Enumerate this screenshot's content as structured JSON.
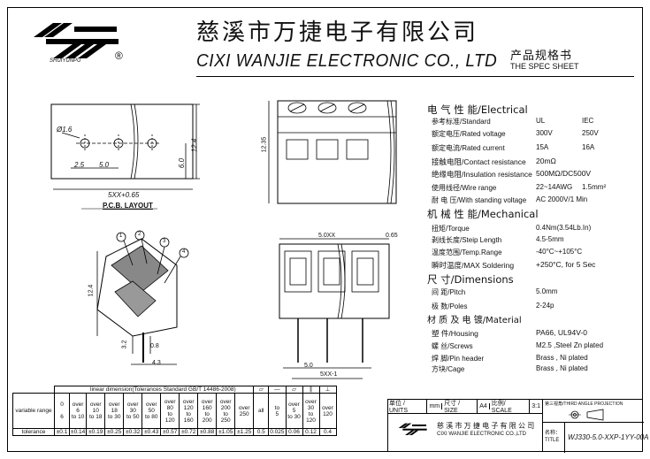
{
  "header": {
    "company_cn": "慈溪市万捷电子有限公司",
    "company_en": "CIXI  WANJIE  ELECTRONIC CO., LTD",
    "spec_cn": "产品规格书",
    "spec_en": "THE SPEC SHEET",
    "logo_brand": "SHUIYUNPU",
    "reg_mark": "®"
  },
  "drawing": {
    "pcb_layout_label": "P.C.B.  LAYOUT",
    "dim_phi": "Ø1.6",
    "dim_25": "2.5",
    "dim_50": "5.0",
    "dim_60": "6.0",
    "dim_124": "12.4",
    "dim_5xx_top": "5XX+0.65",
    "dim_1235": "12.35",
    "dim_5xx_front": "5.0XX",
    "dim_065": "0.65",
    "dim_side_124": "12.4",
    "dim_side_32": "3.2",
    "dim_side_08": "0.8",
    "dim_side_43": "4.3",
    "dim_front_50": "5.0",
    "dim_front_5xx": "5XX-1",
    "callouts": [
      "1",
      "2",
      "3",
      "4"
    ]
  },
  "specs": {
    "electrical_title": "电 气 性 能/Electrical",
    "mechanical_title": "机 械 性 能/Mechanical",
    "dimensions_title": "尺    寸/Dimensions",
    "material_title": "材 质 及 电 镀/Material",
    "electrical": [
      {
        "label": "参考标准/Standard",
        "v1": "UL",
        "v2": "IEC"
      },
      {
        "label": "额定电压/Rated voltage",
        "v1": "300V",
        "v2": "250V"
      },
      {
        "label": "额定电流/Rated current",
        "v1": "15A",
        "v2": "16A"
      },
      {
        "label": "接触电阻/Contact resistance",
        "v1": "20mΩ",
        "v2": ""
      },
      {
        "label": "绝缘电阻/Insulation resistance",
        "v1": "500MΩ/DC500V",
        "v2": ""
      },
      {
        "label": "使用线径/Wire range",
        "v1": "22~14AWG",
        "v2": "1.5mm²"
      },
      {
        "label": "耐 电 压/With standing voltage",
        "v1": "AC 2000V/1 Min",
        "v2": ""
      }
    ],
    "mechanical": [
      {
        "label": "扭矩/Torque",
        "v1": "0.4Nm(3.54Lb.In)"
      },
      {
        "label": "剥线长度/Steip Length",
        "v1": "4.5-5mm"
      },
      {
        "label": "温度范围/Temp.Range",
        "v1": "-40°C~+105°C"
      },
      {
        "label": "瞬时温度/MAX Soldering",
        "v1": "+250°C, for 5 Sec"
      }
    ],
    "dimensions": [
      {
        "label": "间  距/Pitch",
        "v1": "5.0mm"
      },
      {
        "label": "极  数/Poles",
        "v1": "2-24p"
      }
    ],
    "material": [
      {
        "label": "塑  件/Housing",
        "v1": "PA66,  UL94V-0"
      },
      {
        "label": "螺  丝/Screws",
        "v1": "M2.5 ,Steel Zn plated"
      },
      {
        "label": "焊  脚/Pin header",
        "v1": "Brass , Ni plated"
      },
      {
        "label": "方块/Cage",
        "v1": "Brass , Ni plated"
      }
    ]
  },
  "tolerance": {
    "title": "linear dimension(Tolerances Standard GB/T 14486-2008)",
    "row_label_range": "variable range",
    "row_label_tol": "tolerance",
    "ranges": [
      {
        "a": "0",
        "b": "6"
      },
      {
        "a": "over 6",
        "b": "to 10"
      },
      {
        "a": "over 10",
        "b": "to 18"
      },
      {
        "a": "over 18",
        "b": "to 30"
      },
      {
        "a": "over 30",
        "b": "to 50"
      },
      {
        "a": "over 50",
        "b": "to 80"
      },
      {
        "a": "over 80",
        "b": "to 120"
      },
      {
        "a": "over 120",
        "b": "to 160"
      },
      {
        "a": "over 160",
        "b": "to 200"
      },
      {
        "a": "over 200",
        "b": "to 250"
      },
      {
        "a": "over 250",
        "b": ""
      }
    ],
    "values": [
      "±0.1",
      "±0.14",
      "±0.19",
      "±0.25",
      "±0.32",
      "±0.43",
      "±0.57",
      "±0.72",
      "±0.88",
      "±1.05",
      "±1.25"
    ],
    "geo_all": "all",
    "geo_ranges": [
      {
        "a": "to",
        "b": "5"
      },
      {
        "a": "over 5",
        "b": "to 30"
      },
      {
        "a": "over 30",
        "b": "to 120"
      },
      {
        "a": "over 120",
        "b": ""
      }
    ],
    "geo_values": [
      "0.5",
      "0.025",
      "0.06",
      "0.12",
      "0.4"
    ]
  },
  "title_block": {
    "unit_label": "单位 / UNITS",
    "unit_value": "mm",
    "size_label": "尺寸 / SIZE",
    "size_value": "A4",
    "scale_label": "比例/ SCALE",
    "scale_value": "3:1",
    "projection": "第三视角/THIRD ANGLE PROJECTION",
    "company_cn": "慈 溪 市 万 捷 电 子 有 限 公 司",
    "company_en": "CIXI  WANJIE  ELECTRONIC CO.,LTD",
    "title_label_cn": "名称：",
    "title_label_en": "TITLE",
    "title_value": "WJ330-5.0-XXP-1YY-00A"
  }
}
